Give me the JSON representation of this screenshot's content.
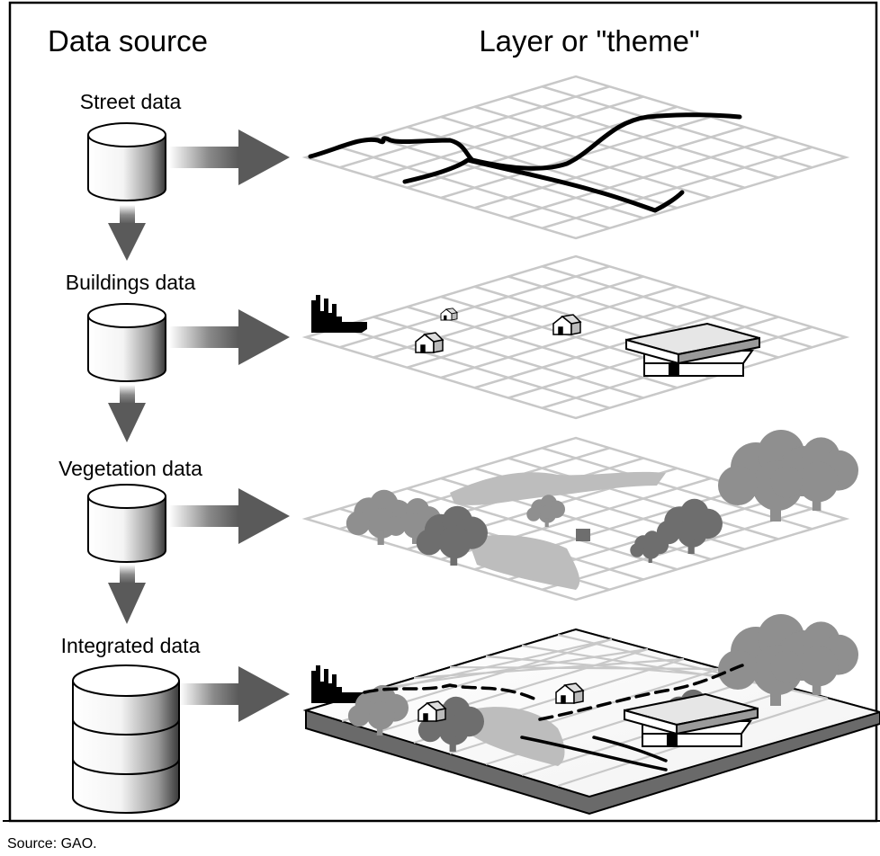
{
  "headers": {
    "left": "Data source",
    "right": "Layer or \"theme\""
  },
  "sources": [
    {
      "label": "Street data"
    },
    {
      "label": "Buildings data"
    },
    {
      "label": "Vegetation data"
    },
    {
      "label": "Integrated data"
    }
  ],
  "footer": {
    "source": "Source: GAO."
  },
  "colors": {
    "grid": "#c8c8c8",
    "arrow": "#5a5a5a",
    "veg_dark": "#6e6e6e",
    "veg_mid": "#8f8f8f",
    "veg_light": "#bdbdbd",
    "slab_side": "#6a6a6a"
  }
}
